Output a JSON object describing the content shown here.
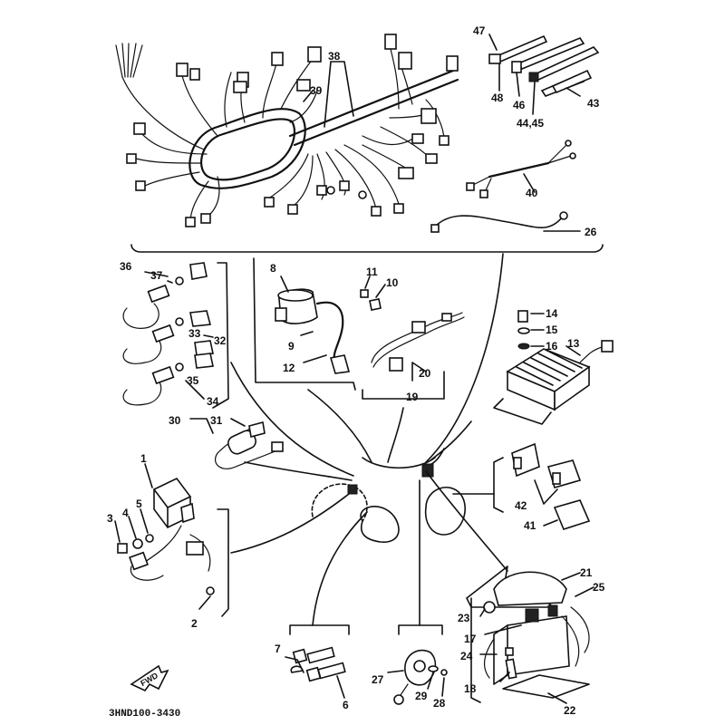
{
  "diagram_code": "3HND100-3430",
  "fwd_label": "FWD",
  "labels": {
    "p1": "1",
    "p2": "2",
    "p3": "3",
    "p4": "4",
    "p5": "5",
    "p6": "6",
    "p7": "7",
    "p8": "8",
    "p9": "9",
    "p10": "10",
    "p11": "11",
    "p12": "12",
    "p13": "13",
    "p14": "14",
    "p15": "15",
    "p16": "16",
    "p17": "17",
    "p18": "18",
    "p19": "19",
    "p20": "20",
    "p21": "21",
    "p22": "22",
    "p23": "23",
    "p24": "24",
    "p25": "25",
    "p26": "26",
    "p27": "27",
    "p28": "28",
    "p29": "29",
    "p30": "30",
    "p31": "31",
    "p32": "32",
    "p33": "33",
    "p34": "34",
    "p35": "35",
    "p36": "36",
    "p37": "37",
    "p38": "38",
    "p39": "39",
    "p40": "40",
    "p41": "41",
    "p42": "42",
    "p43": "43",
    "p4445": "44,45",
    "p46": "46",
    "p47": "47",
    "p48": "48"
  },
  "icons": {
    "wire-harness": "wire-harness-icon",
    "ignition-coil": "ignition-coil-icon",
    "rectifier-regulator": "rectifier-regulator-icon",
    "battery": "battery-icon",
    "starter-relay": "starter-relay-icon",
    "cdi-unit": "cdi-unit-icon",
    "fwd-arrow": "fwd-arrow-icon"
  }
}
